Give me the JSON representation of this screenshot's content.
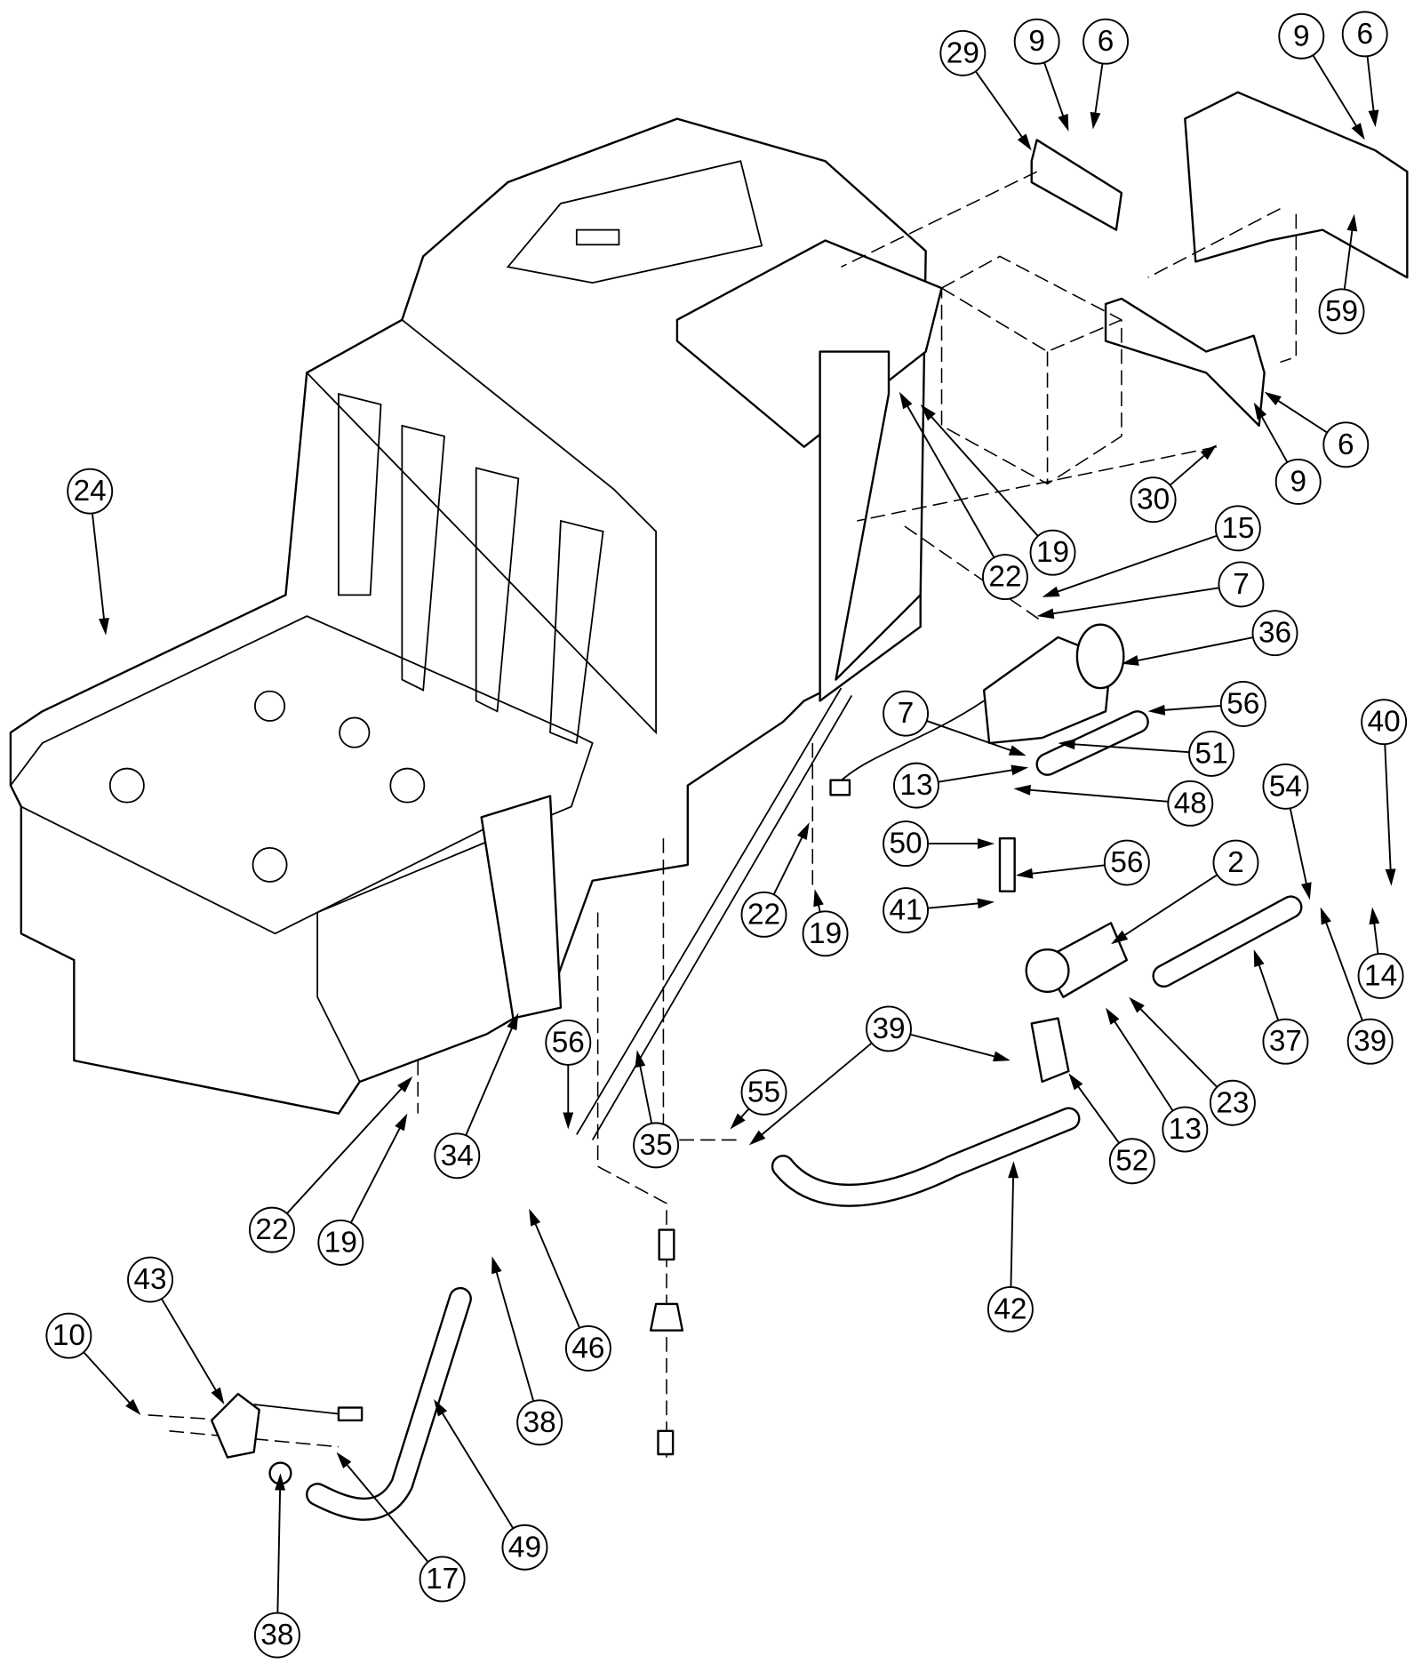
{
  "diagram_type": "exploded parts diagram",
  "callouts": [
    {
      "label": "29"
    },
    {
      "label": "9"
    },
    {
      "label": "6"
    },
    {
      "label": "9"
    },
    {
      "label": "6"
    },
    {
      "label": "59"
    },
    {
      "label": "6"
    },
    {
      "label": "9"
    },
    {
      "label": "30"
    },
    {
      "label": "24"
    },
    {
      "label": "19"
    },
    {
      "label": "22"
    },
    {
      "label": "15"
    },
    {
      "label": "7"
    },
    {
      "label": "36"
    },
    {
      "label": "56"
    },
    {
      "label": "7"
    },
    {
      "label": "51"
    },
    {
      "label": "13"
    },
    {
      "label": "48"
    },
    {
      "label": "50"
    },
    {
      "label": "56"
    },
    {
      "label": "41"
    },
    {
      "label": "2"
    },
    {
      "label": "54"
    },
    {
      "label": "40"
    },
    {
      "label": "14"
    },
    {
      "label": "39"
    },
    {
      "label": "37"
    },
    {
      "label": "23"
    },
    {
      "label": "13"
    },
    {
      "label": "52"
    },
    {
      "label": "39"
    },
    {
      "label": "55"
    },
    {
      "label": "42"
    },
    {
      "label": "22"
    },
    {
      "label": "19"
    },
    {
      "label": "56"
    },
    {
      "label": "35"
    },
    {
      "label": "34"
    },
    {
      "label": "22"
    },
    {
      "label": "19"
    },
    {
      "label": "46"
    },
    {
      "label": "38"
    },
    {
      "label": "43"
    },
    {
      "label": "10"
    },
    {
      "label": "17"
    },
    {
      "label": "49"
    },
    {
      "label": "38"
    }
  ]
}
